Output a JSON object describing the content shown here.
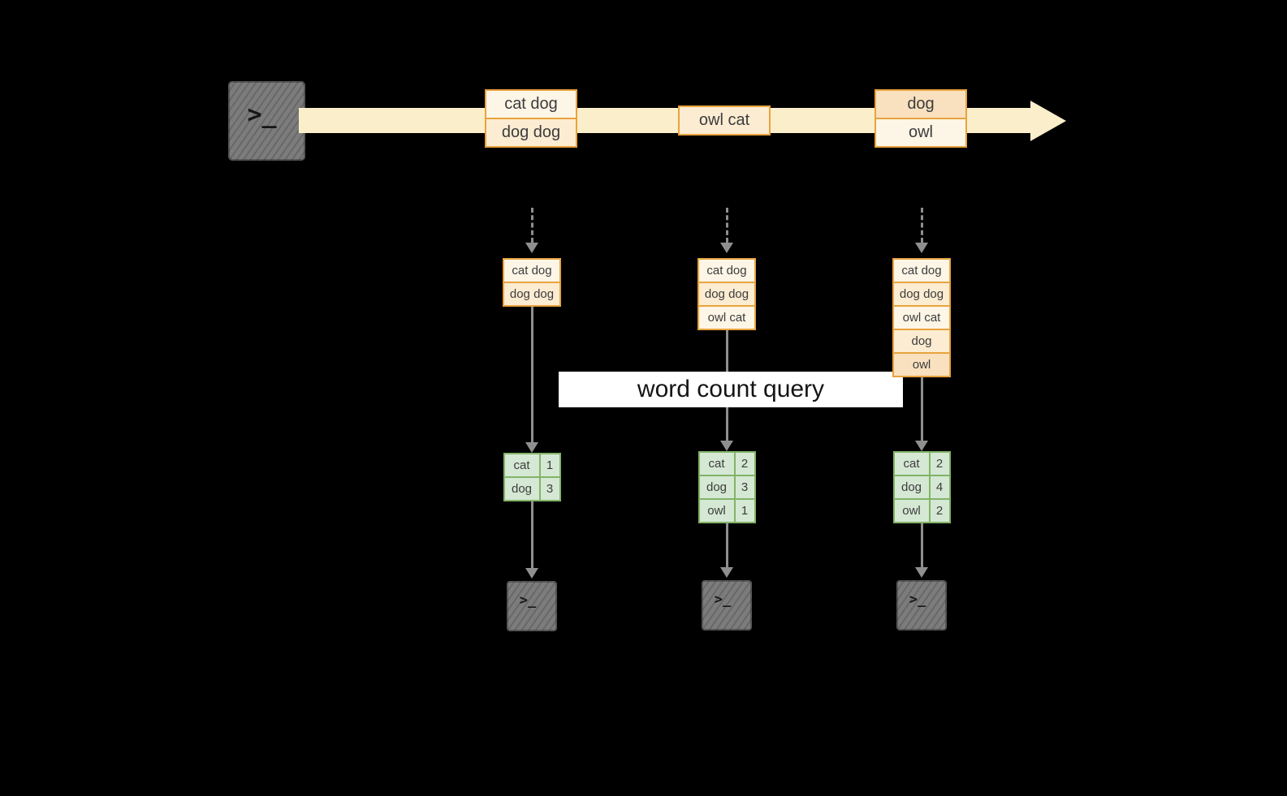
{
  "banner": {
    "label": "word count query"
  },
  "terminal": {
    "glyph": ">_"
  },
  "stream": {
    "groups": [
      {
        "messages": [
          "cat dog",
          "dog dog"
        ]
      },
      {
        "messages": [
          "owl cat"
        ]
      },
      {
        "messages": [
          "dog",
          "owl"
        ]
      }
    ]
  },
  "columns": [
    {
      "stack": [
        "cat dog",
        "dog dog"
      ],
      "table": [
        {
          "word": "cat",
          "count": "1"
        },
        {
          "word": "dog",
          "count": "3"
        }
      ]
    },
    {
      "stack": [
        "cat dog",
        "dog dog",
        "owl cat"
      ],
      "table": [
        {
          "word": "cat",
          "count": "2"
        },
        {
          "word": "dog",
          "count": "3"
        },
        {
          "word": "owl",
          "count": "1"
        }
      ]
    },
    {
      "stack": [
        "cat dog",
        "dog dog",
        "owl cat",
        "dog",
        "owl"
      ],
      "table": [
        {
          "word": "cat",
          "count": "2"
        },
        {
          "word": "dog",
          "count": "4"
        },
        {
          "word": "owl",
          "count": "2"
        }
      ]
    }
  ],
  "colors": {
    "background": "#000000",
    "stream_arrow": "#faeecb",
    "message_border": "#e8a33d",
    "message_fill_light": "#fdf5e6",
    "message_fill_mid": "#fcecd2",
    "message_fill_deep": "#f9e1bf",
    "table_border": "#82b366",
    "table_fill": "#d5e8d4",
    "connector": "#8f8f8f",
    "banner_background": "#ffffff",
    "banner_text": "#141414"
  }
}
